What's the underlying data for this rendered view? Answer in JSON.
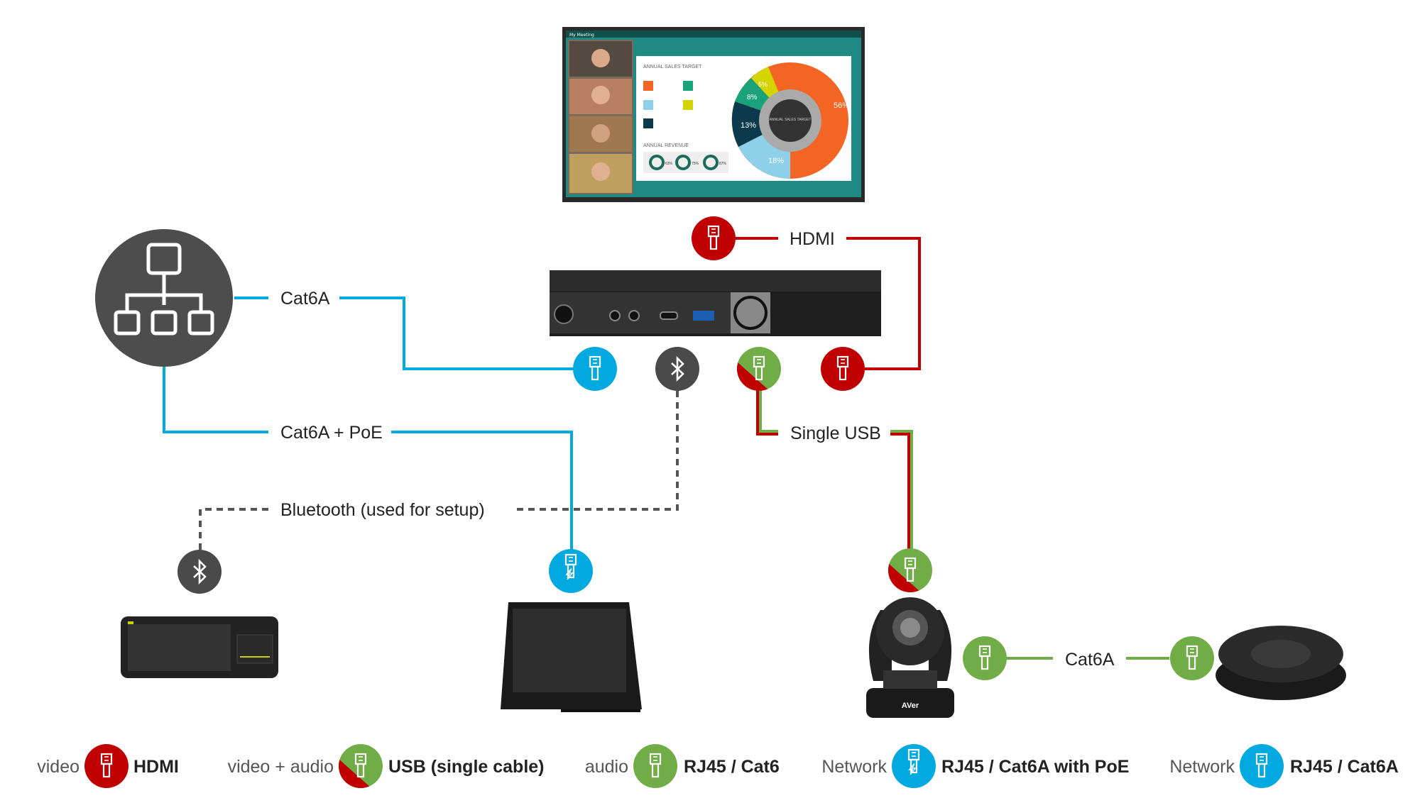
{
  "colors": {
    "hdmi": "#c00000",
    "usb_green": "#70ad47",
    "audio": "#70ad47",
    "network": "#00a9e0",
    "bluetooth": "#4a4a4a",
    "hub": "#4d4d4d"
  },
  "connections": {
    "hdmi": "HDMI",
    "cat6a_top": "Cat6A",
    "cat6a_poe": "Cat6A + PoE",
    "bluetooth": "Bluetooth (used for setup)",
    "single_usb": "Single USB",
    "cat6a_audio": "Cat6A"
  },
  "monitor": {
    "meeting_title": "My Meeting",
    "panel_title": "ANNUAL SALES TARGET",
    "revenue_title": "ANNUAL REVENUE",
    "donut_center": "ANNUAL SALES TARGET",
    "slices": [
      "56%",
      "18%",
      "13%",
      "8%",
      "5%"
    ],
    "revenue": [
      "63%",
      "75%",
      "87%"
    ]
  },
  "camera_brand": "AVer",
  "legend": [
    {
      "desc": "video",
      "label": "HDMI",
      "icon": "hdmi-icon"
    },
    {
      "desc": "video + audio",
      "label": "USB (single cable)",
      "icon": "usb-icon"
    },
    {
      "desc": "audio",
      "label": "RJ45 / Cat6",
      "icon": "rj45-icon"
    },
    {
      "desc": "Network",
      "label": "RJ45 / Cat6A with PoE",
      "icon": "rj45-poe-icon"
    },
    {
      "desc": "Network",
      "label": "RJ45 / Cat6A",
      "icon": "rj45-icon"
    }
  ]
}
